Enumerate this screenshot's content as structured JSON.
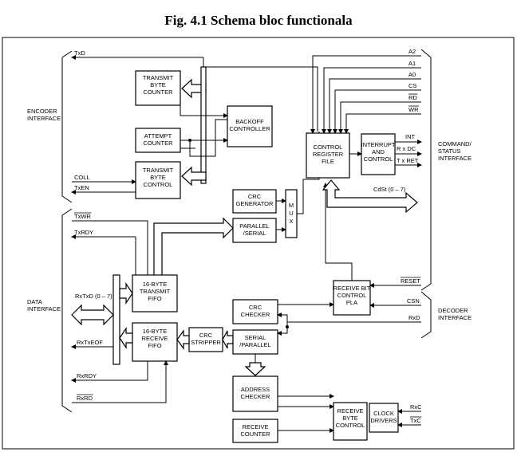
{
  "title": "Fig. 4.1 Schema bloc functionala",
  "interfaces": {
    "encoder": [
      "ENCODER",
      "INTERFACE"
    ],
    "data": [
      "DATA",
      "INTERFACE"
    ],
    "command": [
      "COMMAND/",
      "STATUS",
      "INTERFACE"
    ],
    "decoder": [
      "DECODER",
      "INTERFACE"
    ]
  },
  "blocks": {
    "transmit_byte_counter": [
      "TRANSMIT",
      "BYTE",
      "COUNTER"
    ],
    "attempt_counter": [
      "ATTEMPT",
      "COUNTER"
    ],
    "backoff_controller": [
      "BACKOFF",
      "CONTROLLER"
    ],
    "transmit_byte_control": [
      "TRANSMIT",
      "BYTE",
      "CONTROL"
    ],
    "crc_generator": [
      "CRC",
      "GENERATOR"
    ],
    "parallel_serial": [
      "PARALLEL",
      "/SERIAL"
    ],
    "mux": [
      "M",
      "U",
      "X"
    ],
    "control_register_file": [
      "CONTROL",
      "REGISTER",
      "FILE"
    ],
    "interrupt_control": [
      "INTERRUPT",
      "AND",
      "CONTROL"
    ],
    "fifo_transmit": [
      "16-BYTE",
      "TRANSMIT",
      "FIFO"
    ],
    "fifo_receive": [
      "16-BYTE",
      "RECEIVE",
      "FIFO"
    ],
    "crc_checker": [
      "CRC",
      "CHECKER"
    ],
    "serial_parallel": [
      "SERIAL",
      "/PARALLEL"
    ],
    "crc_stripper": [
      "CRC",
      "STRIPPER"
    ],
    "receive_bit_control": [
      "RECEIVE BIT",
      "CONTROL",
      "PLA"
    ],
    "address_checker": [
      "ADDRESS",
      "CHECKER"
    ],
    "receive_byte_control": [
      "RECEIVE",
      "BYTE",
      "CONTROL"
    ],
    "clock_drivers": [
      "CLOCK",
      "DRIVERS"
    ],
    "receive_counter": [
      "RECEIVE",
      "COUNTER"
    ]
  },
  "signals": {
    "txd": "TxD",
    "coll": "COLL",
    "txen": "TxEN",
    "txwr": "TxWR",
    "txrdy": "TxRDY",
    "rxtxd": "RxTxD (0 – 7)",
    "rxtxeof": "RxTxEOF",
    "rxrdy": "RxRDY",
    "rxrd": "RxRD",
    "a2": "A2",
    "a1": "A1",
    "a0": "A0",
    "cs": "CS",
    "rd": "RD",
    "wr": "WR",
    "int": "INT",
    "rxdc": "R x DC",
    "txret": "T x RET",
    "cdst": "CdSt (0 – 7)",
    "reset": "RESET",
    "csn": "CSN",
    "rxd": "RxD",
    "rxc": "RxC",
    "txc": "TxC"
  }
}
